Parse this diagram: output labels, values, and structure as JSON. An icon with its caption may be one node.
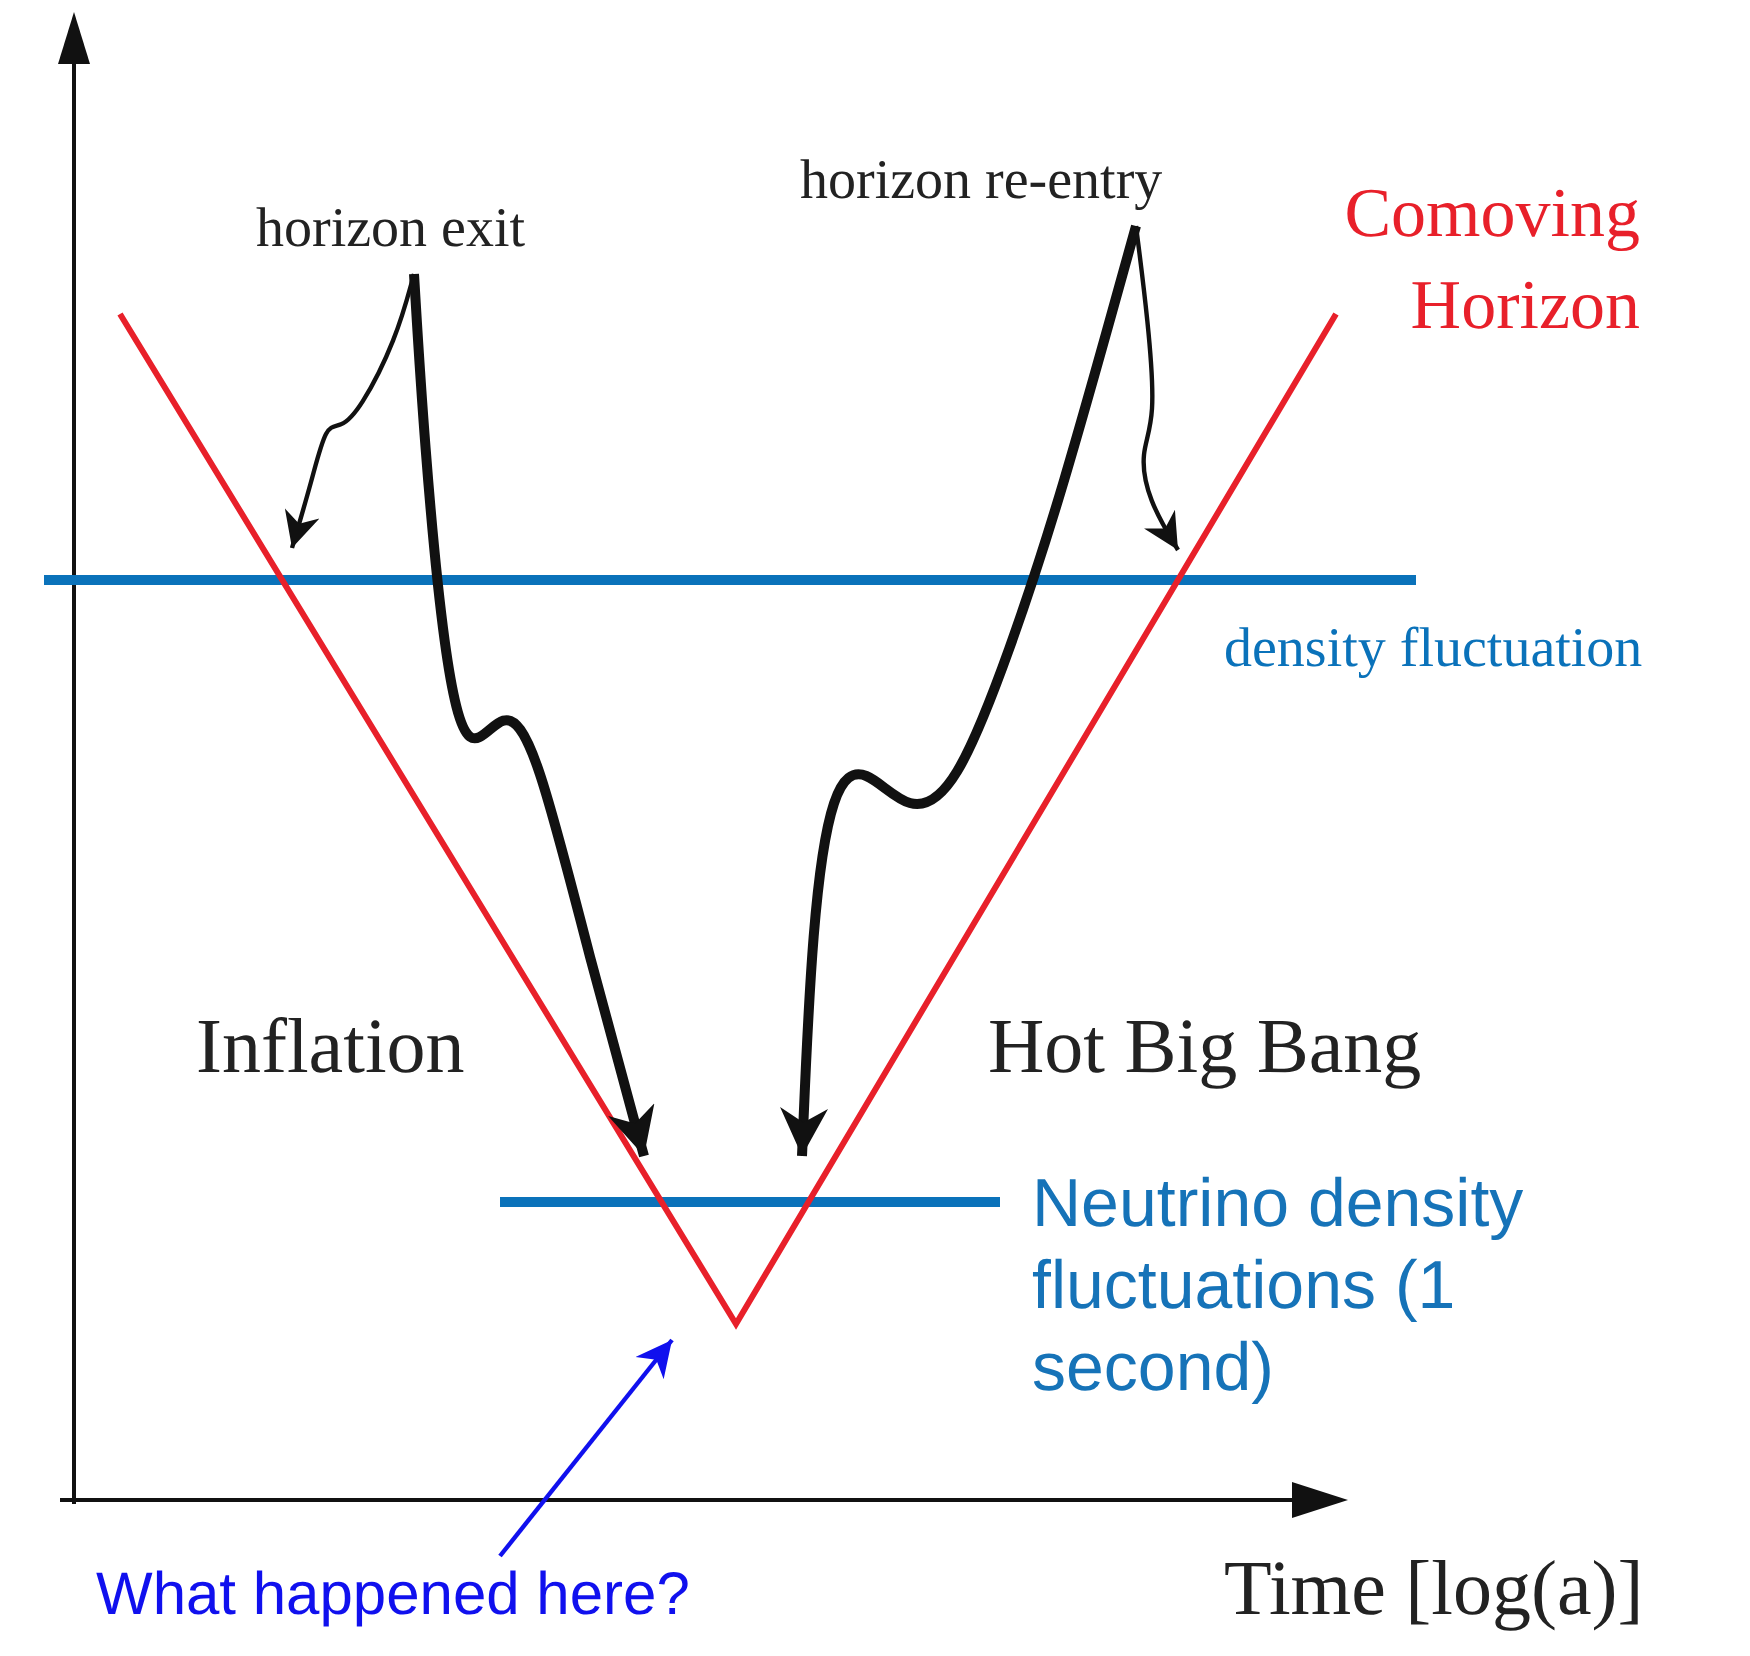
{
  "diagram": {
    "nodes": [
      {
        "text": [
          "horizon exit"
        ]
      },
      {
        "text": [
          "horizon re-entry"
        ]
      },
      {
        "text": [
          "Comoving Horizon"
        ]
      },
      {
        "text": [
          "density fluctuation"
        ]
      },
      {
        "text": [
          "Inflation"
        ]
      },
      {
        "text": [
          "Hot Big Bang"
        ]
      },
      {
        "text": [
          "Neutrino density fluctuations (1 second)"
        ]
      },
      {
        "text": [
          "What happened here?"
        ]
      }
    ],
    "edges": [
      {
        "from": 0,
        "to": null,
        "arrow": "to"
      },
      {
        "from": 0,
        "to": null,
        "arrow": "to",
        "style": "thick"
      },
      {
        "from": 1,
        "to": null,
        "arrow": "to",
        "style": "thick"
      },
      {
        "from": 1,
        "to": null,
        "arrow": "to"
      },
      {
        "from": 7,
        "to": null,
        "arrow": "to",
        "color": "#1010ee"
      }
    ],
    "labels": [
      "Time [log(a)]"
    ]
  }
}
